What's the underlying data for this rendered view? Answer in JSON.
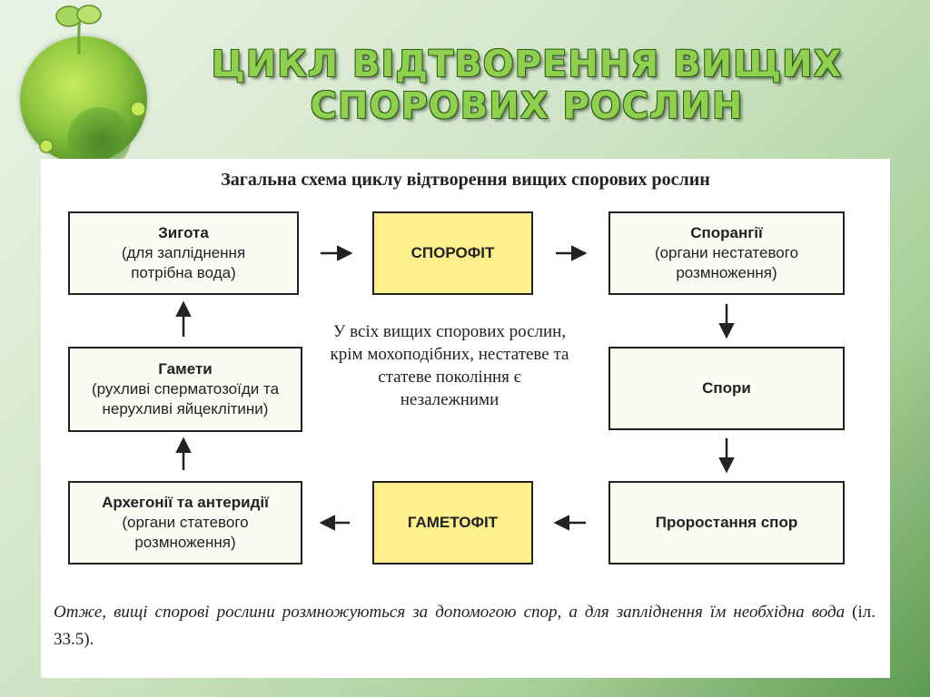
{
  "slide": {
    "title_line1": "ЦИКЛ ВІДТВОРЕННЯ ВИЩИХ",
    "title_line2": "СПОРОВИХ РОСЛИН"
  },
  "scheme": {
    "title": "Загальна схема циклу відтворення вищих спорових рослин",
    "boxes": {
      "zygote": {
        "name": "Зигота",
        "desc": "(для запліднення потрібна вода)"
      },
      "sporophyte": {
        "name": "СПОРОФІТ"
      },
      "sporangia": {
        "name": "Спорангії",
        "desc": "(органи нестатевого розмноження)"
      },
      "spores": {
        "name": "Спори"
      },
      "germination": {
        "name": "Проростання спор"
      },
      "gametophyte": {
        "name": "ГАМЕТОФІТ"
      },
      "organs": {
        "name": "Архегонії та антеридії",
        "desc": "(органи статевого розмноження)"
      },
      "gametes": {
        "name": "Гамети",
        "desc": "(рухливі сперматозоїди та нерухливі яйцеклітини)"
      }
    },
    "center_text": "У всіх вищих спорових рослин, крім мохоподібних, нестатеве та статеве покоління є незалежними"
  },
  "footer": {
    "italic": "Отже, вищі спорові рослини розмножуються за допомогою спор, а для запліднення їм необхідна вода",
    "reference": "(іл. 33.5)."
  },
  "colors": {
    "title_green": "#8fd14f",
    "highlight_yellow": "#fdf08c",
    "border": "#222222"
  }
}
